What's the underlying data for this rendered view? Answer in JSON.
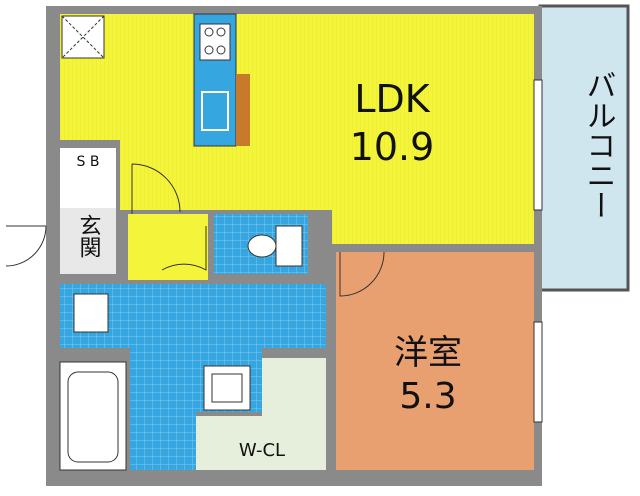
{
  "rooms": {
    "ldk": {
      "name": "LDK",
      "size": "10.9"
    },
    "western": {
      "name": "洋室",
      "size": "5.3"
    },
    "balcony": {
      "name": "バルコニー"
    },
    "closet": {
      "name": "W-CL"
    },
    "storage": {
      "name": "S B"
    },
    "entrance": {
      "name": "玄関"
    }
  },
  "colors": {
    "ldk": "#f4f43a",
    "western": "#e8a070",
    "balcony": "#cfe6ee",
    "wet": "#36a6e0",
    "closet": "#e6eedc",
    "wall": "#8a8a8a"
  }
}
